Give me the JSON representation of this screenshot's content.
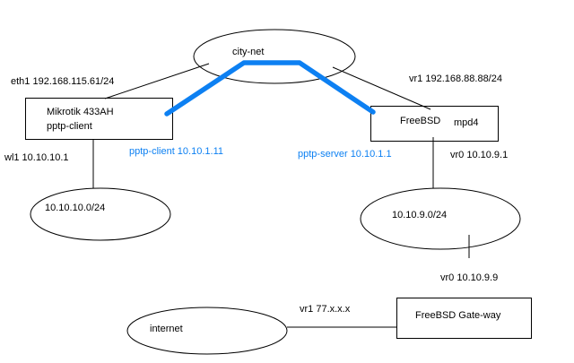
{
  "diagram_title": "pptp-tunnel-network-diagram",
  "colors": {
    "tunnel_blue": "#0d80f2",
    "line_black": "#000000",
    "background": "#ffffff"
  },
  "nodes": {
    "mikrotik": {
      "line1": "Mikrotik 433AH",
      "line2": "pptp-client"
    },
    "freebsd": {
      "line1": "FreeBSD",
      "line2": "mpd4"
    },
    "gateway": {
      "label": "FreeBSD Gate-way"
    }
  },
  "networks": {
    "citynet": {
      "label": "city-net"
    },
    "lan_left": {
      "label": "10.10.10.0/24"
    },
    "lan_right": {
      "label": "10.10.9.0/24"
    },
    "internet": {
      "label": "internet"
    }
  },
  "labels": {
    "eth1_mikrotik": "eth1 192.168.115.61/24",
    "vr1_freebsd": "vr1 192.168.88.88/24",
    "wl1_mikrotik": "wl1 10.10.10.1",
    "pptp_client_ip": "pptp-client 10.10.1.11",
    "pptp_server_ip": "pptp-server 10.10.1.1",
    "vr0_freebsd": "vr0 10.10.9.1",
    "vr0_gateway": "vr0 10.10.9.9",
    "vr1_gateway": "vr1 77.x.x.x"
  }
}
